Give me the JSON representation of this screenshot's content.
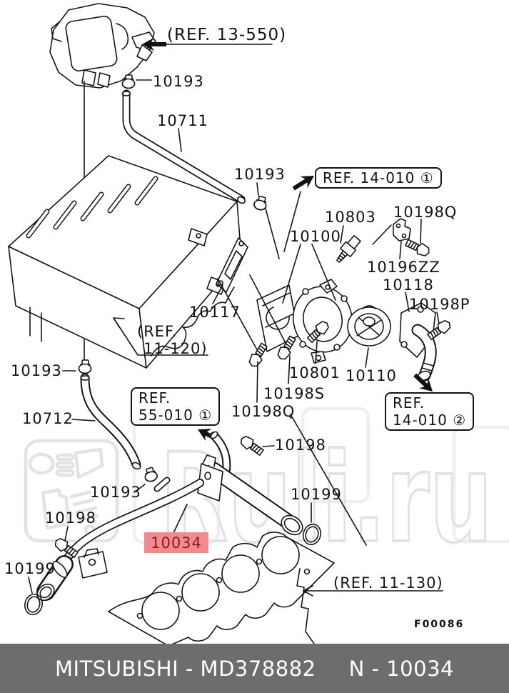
{
  "watermark": {
    "text": "Ruli.ru"
  },
  "figure_code": "F00086",
  "highlight": {
    "text": "10034",
    "bg_color": "#f28b8d",
    "text_color": "#8c191d"
  },
  "refs": {
    "r13_550": "(REF. 13-550)",
    "r14_010_1": "REF. 14-010 ①",
    "r11_120_line1": "(REF.",
    "r11_120_line2": "11-120)",
    "r55_010_line1": "REF.",
    "r55_010_line2": "55-010 ①",
    "r14_010_2_line1": "REF.",
    "r14_010_2_line2": "14-010 ②",
    "r11_130": "(REF. 11-130)"
  },
  "part_labels": [
    "10193",
    "10711",
    "10193",
    "10803",
    "10198Q",
    "10100",
    "10196ZZ",
    "10118",
    "10198P",
    "10117",
    "10193",
    "10712",
    "10198S",
    "10198Q",
    "10801",
    "10110",
    "10198",
    "10193",
    "10199",
    "10198",
    "10199"
  ],
  "footer": {
    "left_text": "MITSUBISHI - MD378882",
    "right_text": "N - 10034",
    "bg_color": "#6d6d6d",
    "text_color": "#ffffff"
  }
}
